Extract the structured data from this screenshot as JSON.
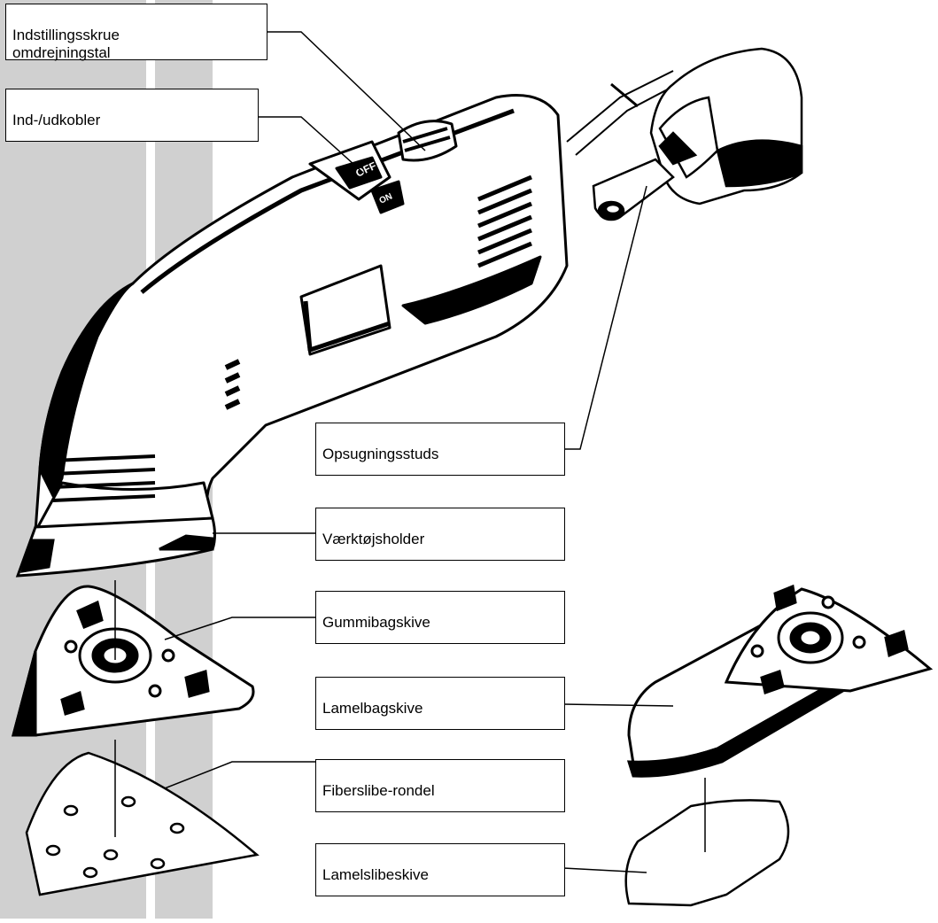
{
  "labels": {
    "speed_screw": "Indstillingsskrue\nomdrejningstal",
    "on_off_switch": "Ind-/udkobler",
    "extraction_nozzle": "Opsugningsstuds",
    "tool_holder": "Værktøjsholder",
    "rubber_backing_pad": "Gummibagskive",
    "lamella_backing_pad": "Lamelbagskive",
    "fibre_disc": "Fiberslibe-rondel",
    "lamella_disc": "Lamelslibeskive"
  },
  "switch_markings": {
    "off": "OFF",
    "on": "ON"
  },
  "colors": {
    "margin_band": "#d0d0d0",
    "ink": "#000000",
    "paper": "#ffffff"
  }
}
